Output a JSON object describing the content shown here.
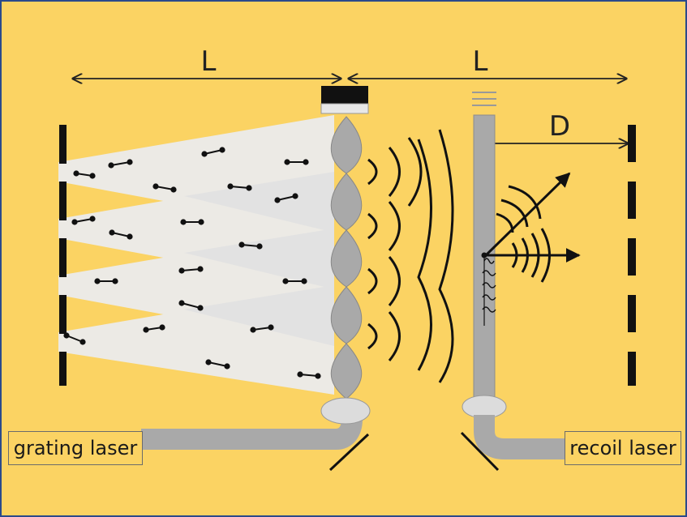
{
  "labels": {
    "left_distance": "L",
    "right_distance": "L",
    "detector_distance": "D",
    "grating_laser": "grating laser",
    "recoil_laser": "recoil laser"
  },
  "colors": {
    "background": "#fbd363",
    "frame": "#2b4a8b",
    "tube": "#a9a9a9",
    "cone": "#ececec",
    "ink": "#111111"
  }
}
